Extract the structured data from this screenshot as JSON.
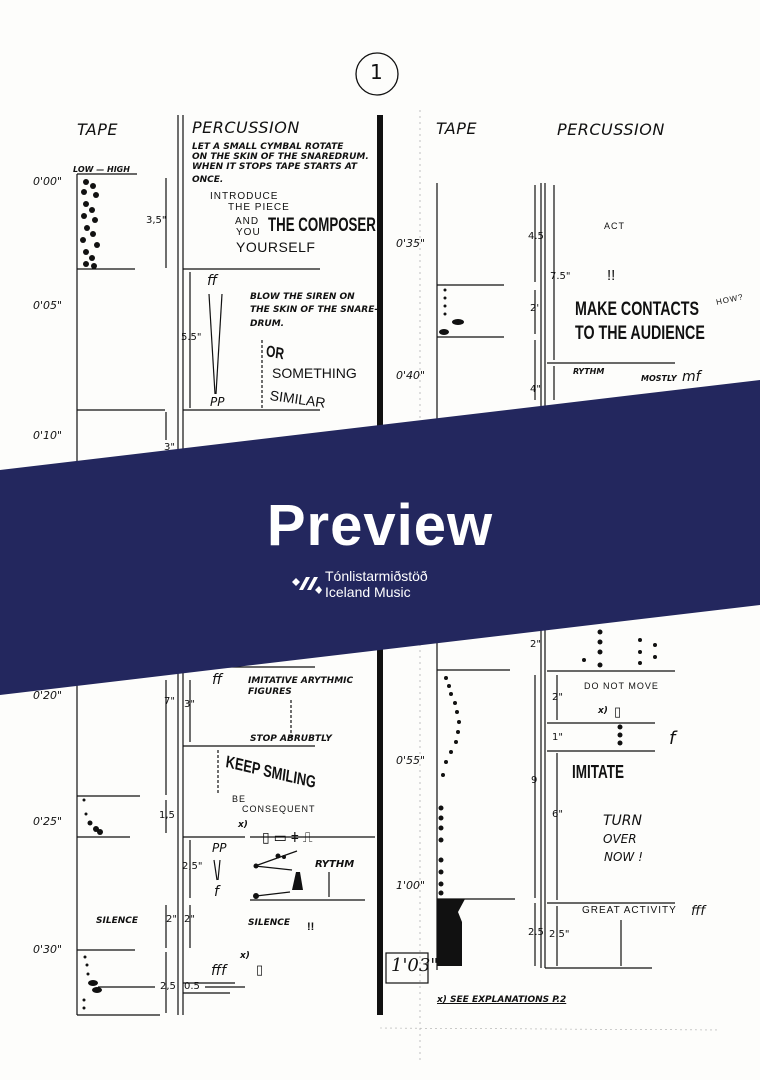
{
  "page_number": "1",
  "left": {
    "tape_header": "TAPE",
    "percussion_header": "PERCUSSION",
    "low_high": "LOW — HIGH",
    "times": [
      "0'00\"",
      "0'05\"",
      "0'10\"",
      "0'20\"",
      "0'25\"",
      "0'30\""
    ],
    "durations": [
      "3,5\"",
      "5.5\"",
      "3\"",
      "7\"",
      "3\"",
      "1,5",
      "2,5\"",
      "2\"",
      "2\"",
      "2,5",
      "0.5"
    ],
    "instruction_cymbal": [
      "LET A SMALL CYMBAL ROTATE",
      "ON THE SKIN OF THE SNAREDRUM.",
      "WHEN IT STOPS TAPE STARTS AT",
      "ONCE."
    ],
    "introduce": [
      "INTRODUCE",
      "THE PIECE",
      "AND",
      "YOU"
    ],
    "the_composer": "THE COMPOSER",
    "yourself": "YOURSELF",
    "siren": [
      "BLOW THE SIREN ON",
      "THE SKIN OF THE SNARE-",
      "DRUM."
    ],
    "or": "OR",
    "something": "SOMETHING",
    "similar": "SIMILAR",
    "dynamics": [
      "ff",
      "PP",
      "ff",
      "PP",
      "f",
      "fff"
    ],
    "imitative": [
      "IMITATIVE ARYTHMIC",
      "FIGURES"
    ],
    "stop_abruptly": "STOP ABRUBTLY",
    "keep_smiling": "KEEP SMILING",
    "be_consequent": [
      "BE",
      "CONSEQUENT"
    ],
    "rythm": "RYTHM",
    "silence_tape": "SILENCE",
    "silence_perc": "SILENCE",
    "exclaim": "!!",
    "footnote_mark": "x)"
  },
  "right": {
    "tape_header": "TAPE",
    "percussion_header": "PERCUSSION",
    "times": [
      "0'35\"",
      "0'40\"",
      "0'55\"",
      "1'00\""
    ],
    "end_time": "1'03\"",
    "durations": [
      "4.5",
      "7.5\"",
      "2'",
      "4\"",
      "2\"",
      "2\"",
      "1\"",
      "9",
      "6\"",
      "2.5",
      "2.5\""
    ],
    "act": "ACT",
    "exclaim": "!!",
    "make_contacts": "MAKE CONTACTS",
    "to_the_audience": "TO THE AUDIENCE",
    "how": "HOW?",
    "rythm": "RYTHM",
    "mostly": "MOSTLY",
    "mf": "mf",
    "do_not_move": "DO   NOT MOVE",
    "f": "f",
    "imitate": "IMITATE",
    "turn_over": [
      "TURN",
      "OVER",
      "NOW !"
    ],
    "great_activity": "GREAT ACTIVITY",
    "fff": "fff",
    "footnote": "x) SEE EXPLANATIONS P.2",
    "footnote_mark": "x)"
  },
  "banner": {
    "title": "Preview",
    "org_name": "Tónlistarmiðstöð",
    "org_subtitle": "Iceland Music",
    "color": "#23275e"
  }
}
